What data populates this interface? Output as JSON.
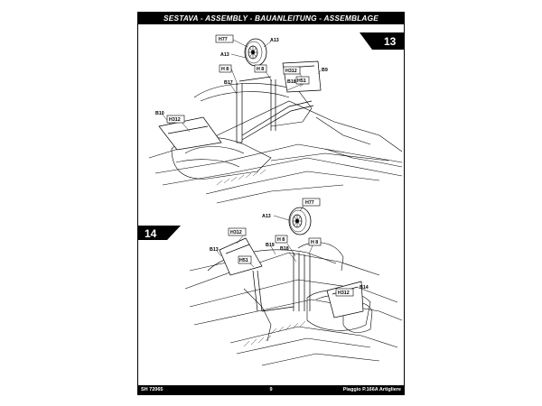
{
  "header": {
    "title": "SESTAVA - ASSEMBLY - BAUANLEITUNG - ASSEMBLAGE"
  },
  "footer": {
    "code": "SH 72065",
    "page": "9",
    "product": "Piaggio P.166A Artigliere"
  },
  "steps": [
    {
      "number": "13"
    },
    {
      "number": "14"
    }
  ],
  "step13_labels": {
    "h77": "H77",
    "a13_top": "A13",
    "a13_left": "A13",
    "h8_left": "H 8",
    "h8_right": "H 8",
    "h312_right": "H312",
    "b9": "B9",
    "b18": "B18",
    "h51": "H51",
    "b17": "B17",
    "b10": "B10",
    "h312_left": "H312"
  },
  "step14_labels": {
    "h77": "H77",
    "a13": "A13",
    "h312_top": "H312",
    "b19": "B19",
    "h8_left": "H 8",
    "b18": "B18",
    "h8_right": "H 8",
    "b13": "B13",
    "h51": "H51",
    "h312_right": "H312",
    "b14": "B14"
  },
  "colors": {
    "ink": "#000000",
    "paper": "#ffffff",
    "hatch": "#444444"
  }
}
